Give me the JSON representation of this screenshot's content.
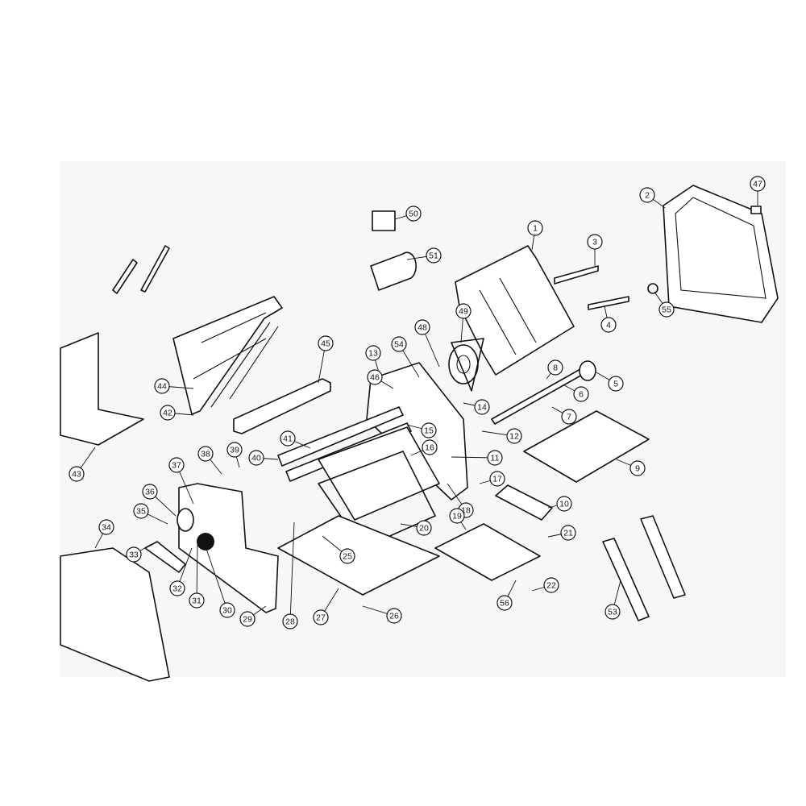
{
  "diagram": {
    "type": "exploded-parts-diagram",
    "callouts": [
      "1",
      "2",
      "3",
      "4",
      "5",
      "6",
      "7",
      "8",
      "9",
      "10",
      "11",
      "12",
      "13",
      "14",
      "15",
      "16",
      "17",
      "18",
      "19",
      "20",
      "21",
      "22",
      "25",
      "26",
      "27",
      "28",
      "29",
      "30",
      "31",
      "32",
      "33",
      "34",
      "35",
      "36",
      "37",
      "38",
      "39",
      "40",
      "41",
      "42",
      "43",
      "44",
      "45",
      "46",
      "47",
      "48",
      "49",
      "50",
      "51",
      "53",
      "54",
      "55",
      "56"
    ]
  }
}
